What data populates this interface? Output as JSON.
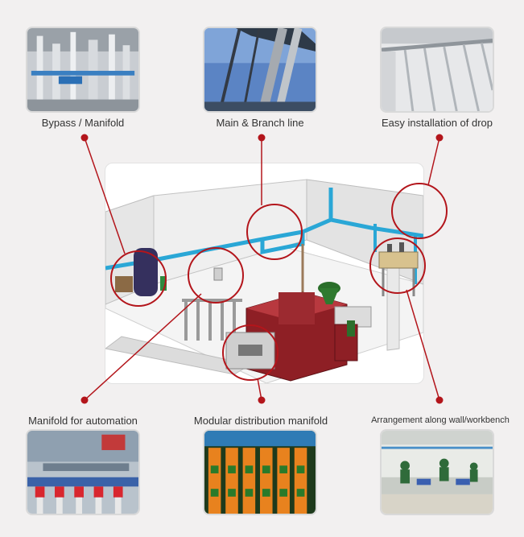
{
  "top": [
    {
      "label": "Bypass / Manifold",
      "icon": "pipe-manifold-photo"
    },
    {
      "label": "Main & Branch line",
      "icon": "overhead-pipe-photo"
    },
    {
      "label": "Easy installation of drop",
      "icon": "drop-pipes-photo"
    }
  ],
  "bottom": [
    {
      "label": "Manifold for automation",
      "icon": "automation-manifold-photo"
    },
    {
      "label": "Modular distribution manifold",
      "icon": "modular-manifold-photo"
    },
    {
      "label": "Arrangement along wall/workbench",
      "icon": "workbench-photo"
    }
  ],
  "colors": {
    "accent": "#b3151b",
    "pipe": "#2aa7d6",
    "background": "#f2f0f0"
  }
}
